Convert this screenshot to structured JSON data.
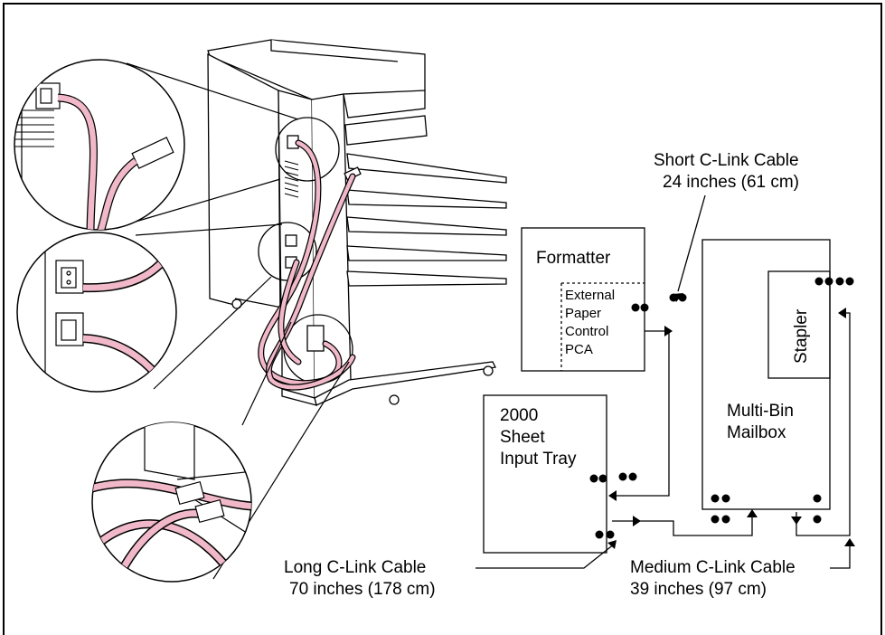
{
  "labels": {
    "formatter": "Formatter",
    "external_pca": [
      "External",
      "Paper",
      "Control",
      "PCA"
    ],
    "input_tray": [
      "2000",
      "Sheet",
      "Input Tray"
    ],
    "mailbox": [
      "Multi-Bin",
      "Mailbox"
    ],
    "stapler": "Stapler",
    "short_cable": [
      "Short C-Link Cable",
      "24 inches (61 cm)"
    ],
    "long_cable": [
      "Long C-Link Cable",
      "70 inches (178 cm)"
    ],
    "medium_cable": [
      "Medium C-Link Cable",
      "39 inches (97 cm)"
    ]
  },
  "colors": {
    "cable": "#f0b8c8",
    "line": "#000000",
    "background": "#ffffff"
  }
}
